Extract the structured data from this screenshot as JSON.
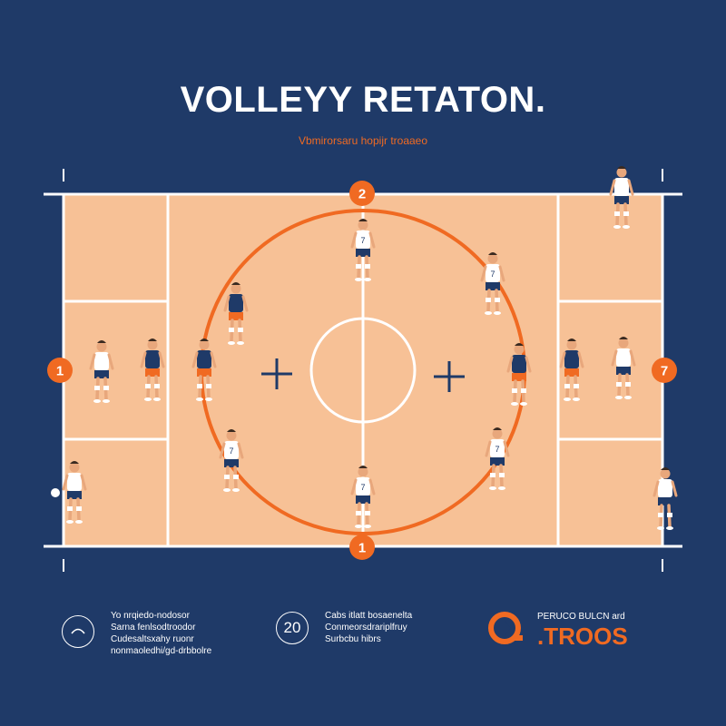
{
  "header": {
    "title": "VOLLEYY RETATON.",
    "subtitle": "Vbmirorsaru hopijr troaaeo"
  },
  "colors": {
    "background": "#1f3a68",
    "court": "#f7c196",
    "lines": "#ffffff",
    "accent": "#f06a22",
    "jersey_white": "#ffffff",
    "jersey_navy": "#1f3a68"
  },
  "position_markers": [
    {
      "label": "2",
      "where": "top"
    },
    {
      "label": "1",
      "where": "bottom"
    },
    {
      "label": "1",
      "where": "left"
    },
    {
      "label": "7",
      "where": "right"
    }
  ],
  "icons": [
    "plus-icon-left",
    "plus-icon-right"
  ],
  "players": [
    {
      "team": "white",
      "zone": "top-center",
      "number": "7"
    },
    {
      "team": "white",
      "zone": "upper-right-arc",
      "number": "7"
    },
    {
      "team": "navy",
      "zone": "upper-left-arc",
      "number": ""
    },
    {
      "team": "navy",
      "zone": "left-arc",
      "number": ""
    },
    {
      "team": "navy",
      "zone": "right-arc",
      "number": ""
    },
    {
      "team": "white",
      "zone": "lower-left-arc",
      "number": "7"
    },
    {
      "team": "white",
      "zone": "lower-right-arc",
      "number": "7"
    },
    {
      "team": "white",
      "zone": "bottom-center",
      "number": "7"
    },
    {
      "team": "white",
      "zone": "left-side-1",
      "number": ""
    },
    {
      "team": "navy",
      "zone": "left-side-2",
      "number": ""
    },
    {
      "team": "white",
      "zone": "left-bottom",
      "number": ""
    },
    {
      "team": "navy",
      "zone": "right-side-1",
      "number": ""
    },
    {
      "team": "white",
      "zone": "right-side-2",
      "number": ""
    },
    {
      "team": "white",
      "zone": "right-top",
      "number": ""
    },
    {
      "team": "white",
      "zone": "right-bottom",
      "number": ""
    }
  ],
  "footer": {
    "block1": {
      "icon": "arc-icon",
      "lines": [
        "Yo nrqiedo-nodosor",
        "Sarna fenlsodtroodor",
        "Cudesaltsxahy ruonr",
        "nonmaoledhi/gd-drbbolre"
      ]
    },
    "block2": {
      "number": "20",
      "lines": [
        "Cabs itlatt bosaenelta",
        "Conmeorsdrariplfruy",
        "Surbcbu hibrs"
      ]
    },
    "brand": {
      "tagline": "PERUCO BULCN ard",
      "name": ".TROOS"
    }
  }
}
